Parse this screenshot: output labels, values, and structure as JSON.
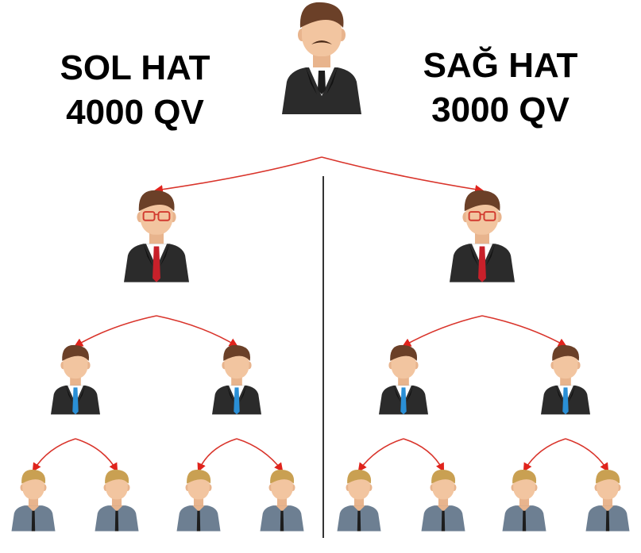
{
  "left_line": {
    "title": "SOL HAT",
    "volume": "4000 QV"
  },
  "right_line": {
    "title": "SAĞ HAT",
    "volume": "3000 QV"
  },
  "colors": {
    "connector": "#d9342b",
    "arrowhead": "#e0231c",
    "divider": "#000000",
    "skin": "#f2c5a0",
    "hair_dark": "#6b4028",
    "hair_blonde": "#c9a052",
    "suit_dark": "#2b2b2b",
    "tie_red": "#c8202a",
    "tie_blue": "#2a8fd6",
    "shirt_gray": "#6d7f92"
  },
  "icons": {
    "leader": "businessman-mustache-icon",
    "level1": "businessman-glasses-icon",
    "level2": "businessman-blue-tie-icon",
    "level3": "person-gray-shirt-icon"
  }
}
